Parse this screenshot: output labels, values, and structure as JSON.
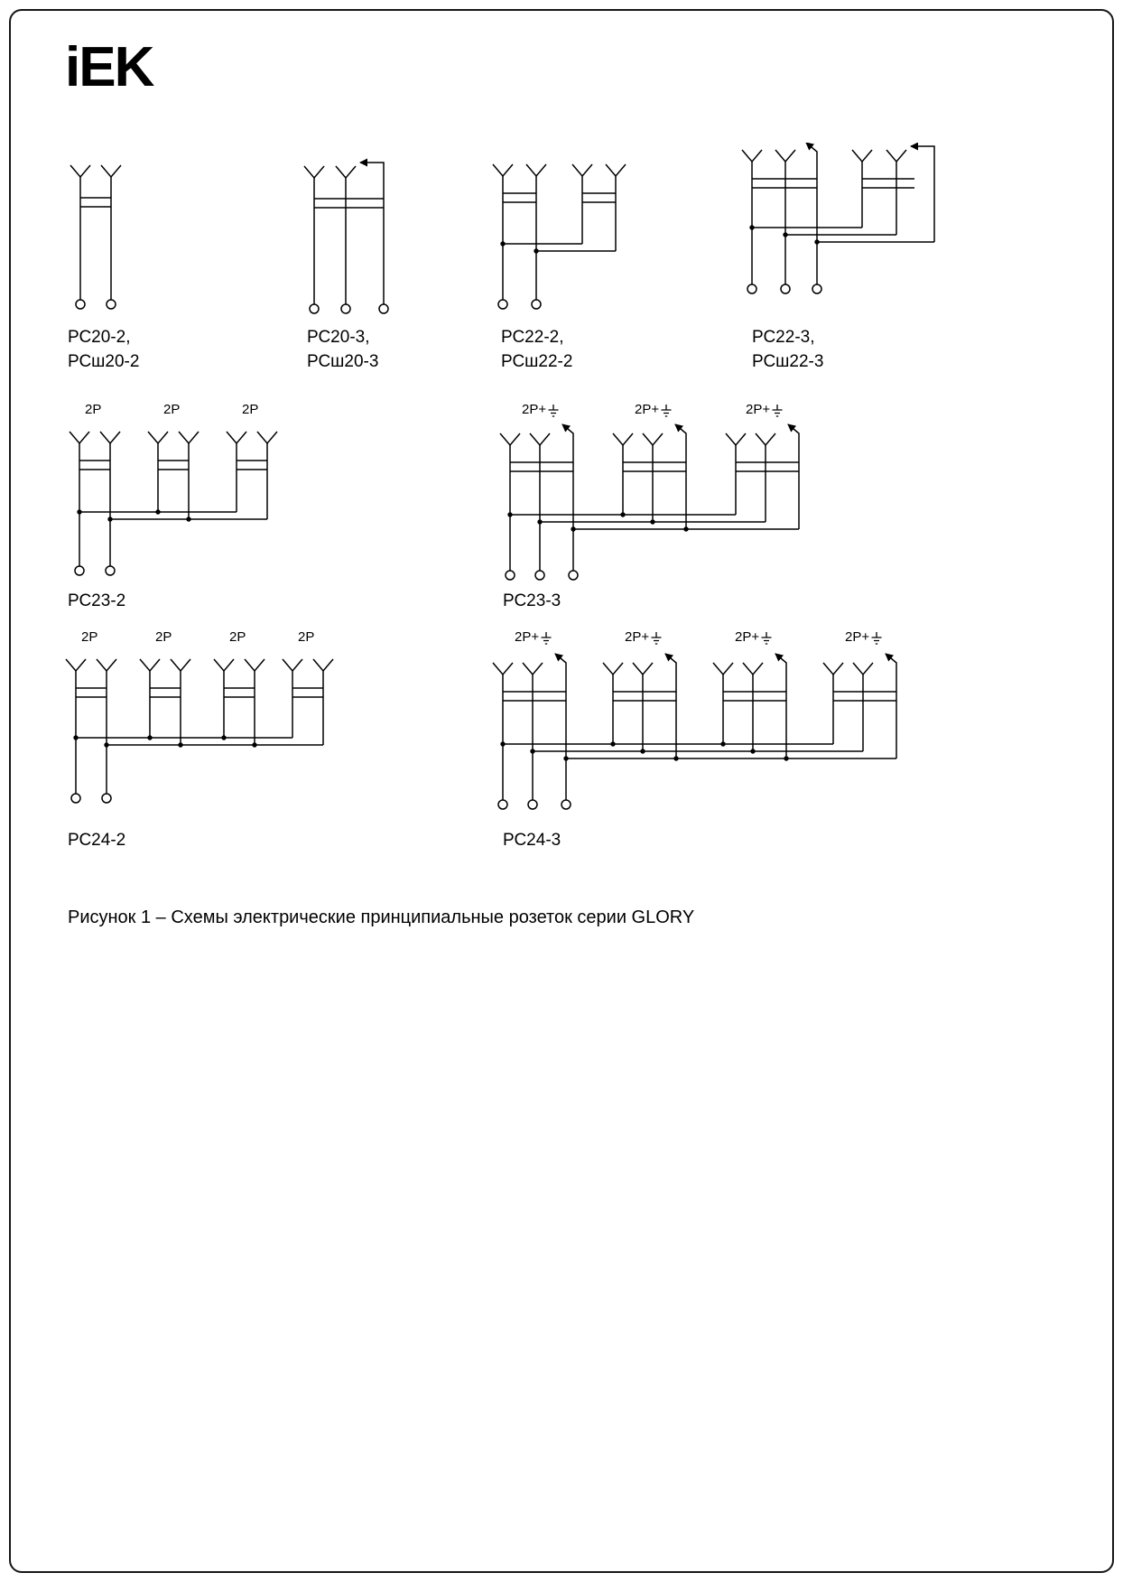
{
  "page": {
    "logo_text": "iEK",
    "caption": "Рисунок 1 – Схемы электрические принципиальные розеток серии GLORY"
  },
  "schematics": {
    "rc20_2": {
      "label_line1": "РС20-2,",
      "label_line2": "РСш20-2"
    },
    "rc20_3": {
      "label_line1": "РС20-3,",
      "label_line2": "РСш20-3"
    },
    "rc22_2": {
      "label_line1": "РС22-2,",
      "label_line2": "РСш22-2"
    },
    "rc22_3": {
      "label_line1": "РС22-3,",
      "label_line2": "РСш22-3"
    },
    "rc23_2": {
      "label": "РС23-2",
      "pole_label": "2Р"
    },
    "rc23_3": {
      "label": "РС23-3",
      "pole_label": "2Р+"
    },
    "rc24_2": {
      "label": "РС24-2",
      "pole_label": "2Р"
    },
    "rc24_3": {
      "label": "РС24-3",
      "pole_label": "2Р+"
    }
  }
}
